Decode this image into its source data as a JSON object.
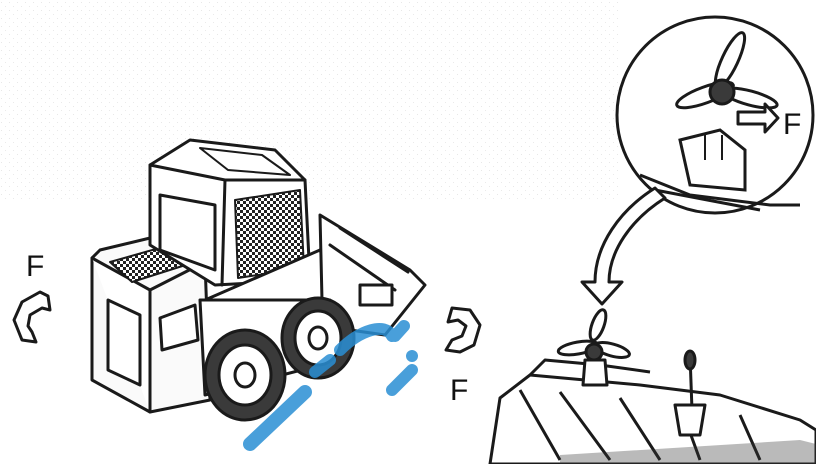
{
  "labels": {
    "left_arrow": "F",
    "inset_arrow": "F",
    "bucket_arrow": "F"
  },
  "colors": {
    "line": "#1a1a1a",
    "background": "#ffffff",
    "fill_light": "#f2f2f2",
    "fill_dark": "#3a3a3a",
    "watermark": "#2a8fd4"
  },
  "figure_parts": [
    "skid-steer-loader",
    "rotation-arrow-left",
    "rotation-arrow-right",
    "magnified-inset",
    "curved-pointer-arrow",
    "bucket-detail"
  ]
}
